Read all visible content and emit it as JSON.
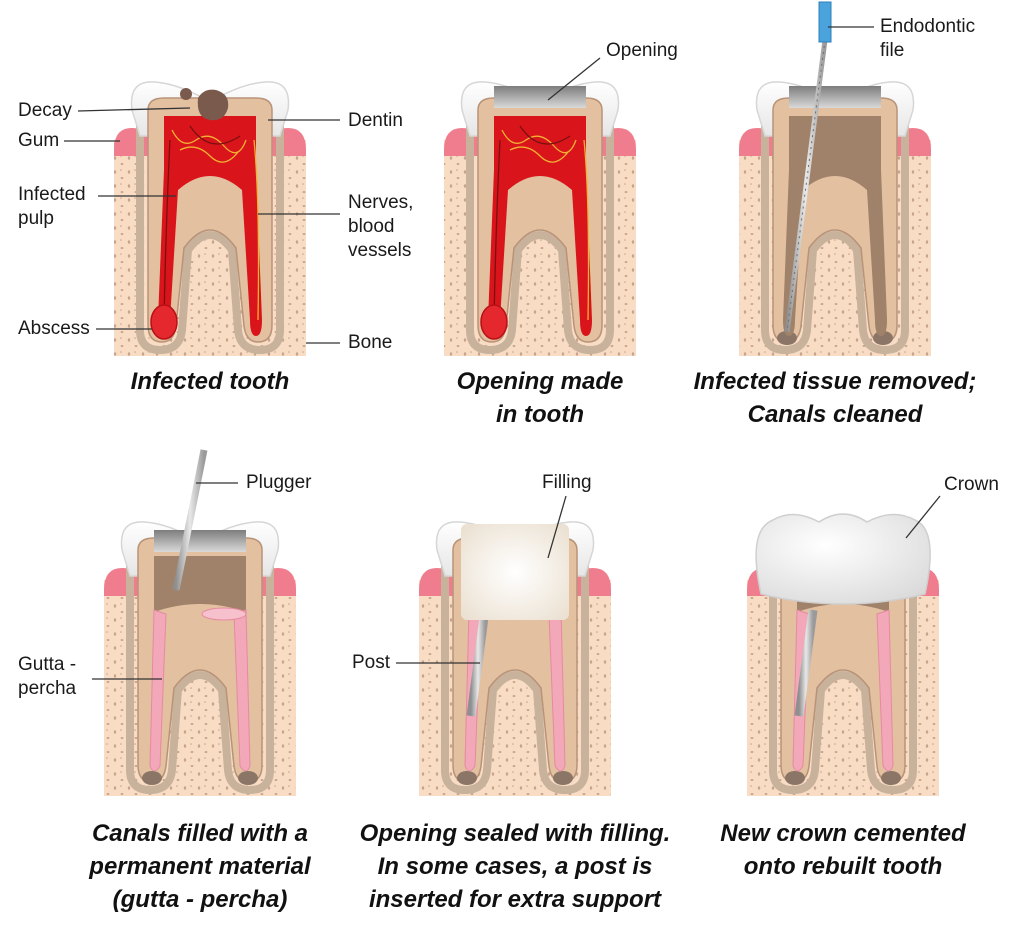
{
  "colors": {
    "bone": "#f8dcc4",
    "bone_dots": "#c9a48c",
    "gum": "#f07d8e",
    "gum_light": "#f7b5bf",
    "enamel": "#f4f4f4",
    "dentin": "#e2c0a0",
    "dentin_dark": "#b99378",
    "periodontal": "#c8b29c",
    "pulp_infected": "#d9141b",
    "pulp_cleaned": "#a0826a",
    "gutta_percha": "#f2a8b8",
    "metal": "#b0b0b0",
    "filling": "#f4ece0",
    "crown": "#f5f5f5",
    "file_handle": "#4aa3dd"
  },
  "panels": [
    {
      "id": "infected",
      "caption": [
        "Infected tooth"
      ],
      "labels": {
        "decay": "Decay",
        "gum": "Gum",
        "infected_pulp": [
          "Infected",
          "pulp"
        ],
        "abscess": "Abscess",
        "dentin": "Dentin",
        "nerves": [
          "Nerves,",
          "blood",
          "vessels"
        ],
        "bone": "Bone"
      }
    },
    {
      "id": "opening",
      "caption": [
        "Opening made",
        "in tooth"
      ],
      "labels": {
        "opening": "Opening"
      }
    },
    {
      "id": "cleaned",
      "caption": [
        "Infected tissue removed;",
        "Canals cleaned"
      ],
      "labels": {
        "file": [
          "Endodontic",
          "file"
        ]
      }
    },
    {
      "id": "filled",
      "caption": [
        "Canals filled with a",
        "permanent material",
        "(gutta - percha)"
      ],
      "labels": {
        "plugger": "Plugger",
        "gutta": [
          "Gutta -",
          "percha"
        ]
      }
    },
    {
      "id": "sealed",
      "caption": [
        "Opening sealed with filling.",
        "In some cases, a post is",
        "inserted for extra support"
      ],
      "labels": {
        "filling": "Filling",
        "post": "Post"
      }
    },
    {
      "id": "crowned",
      "caption": [
        "New crown cemented",
        "onto rebuilt tooth"
      ],
      "labels": {
        "crown": "Crown"
      }
    }
  ]
}
